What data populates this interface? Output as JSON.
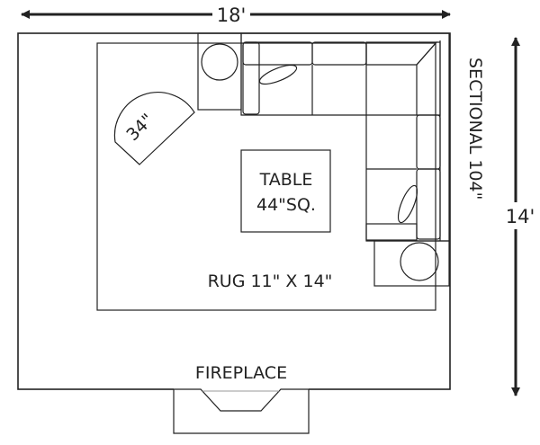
{
  "dimensions": {
    "width_label": "18'",
    "height_label": "14'"
  },
  "labels": {
    "sectional": "SECTIONAL 104\"",
    "chair": "34\"",
    "table_line1": "TABLE",
    "table_line2": "44\"SQ.",
    "rug": "RUG 11\" X 14\"",
    "fireplace": "FIREPLACE"
  },
  "colors": {
    "line": "#222222",
    "background": "#ffffff"
  }
}
